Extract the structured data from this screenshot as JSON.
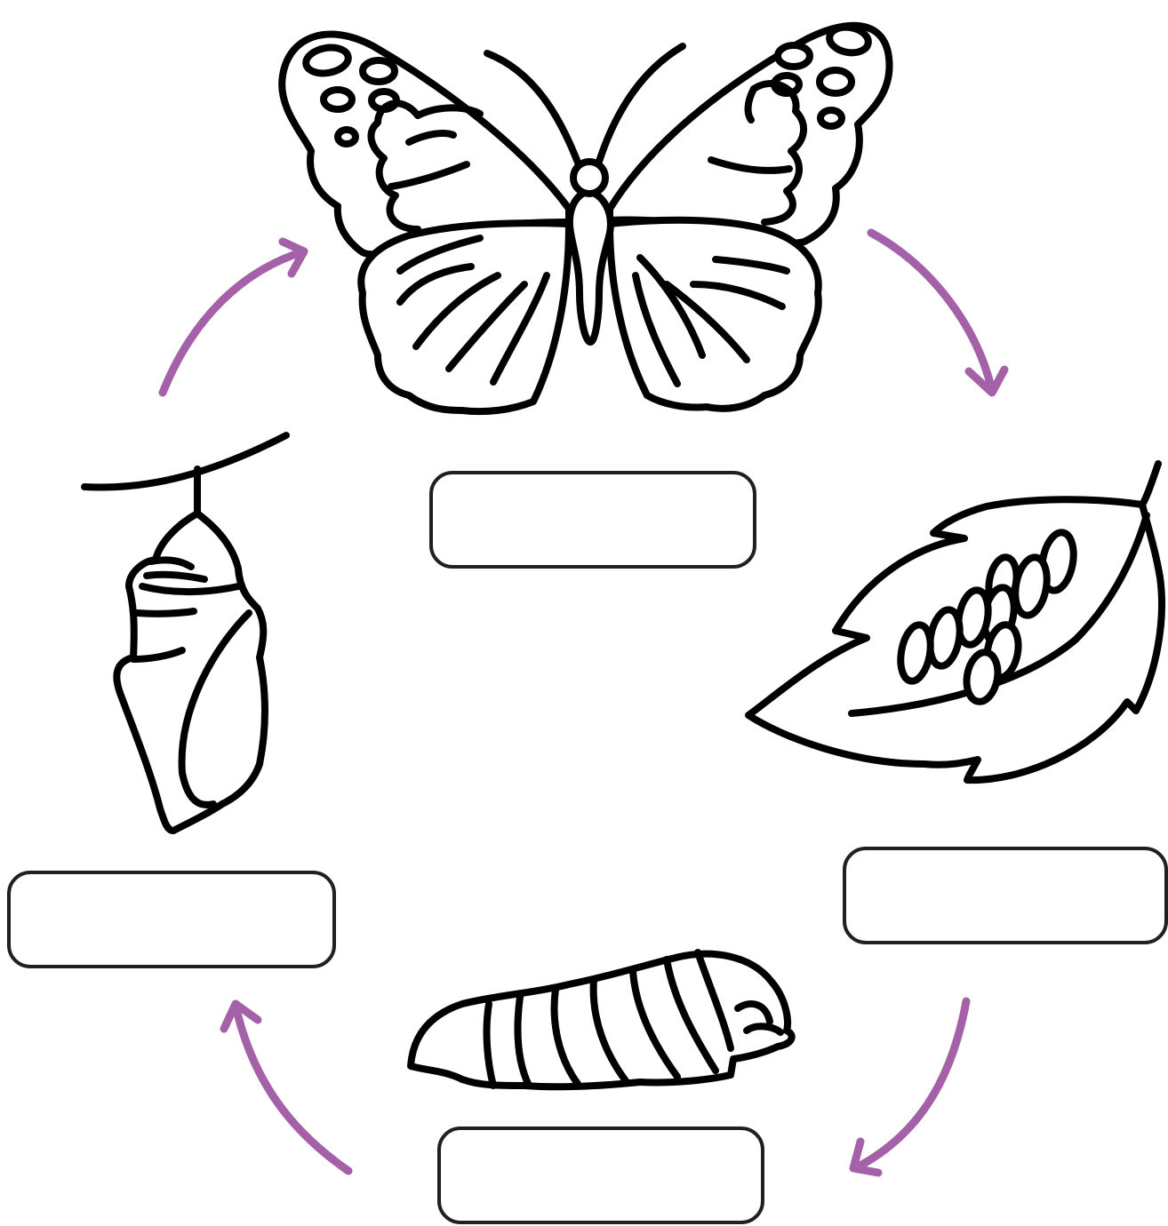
{
  "diagram": {
    "kind": "cycle",
    "stages": [
      {
        "id": "adult",
        "icon": "butterfly-icon",
        "label": ""
      },
      {
        "id": "egg",
        "icon": "eggs-on-leaf-icon",
        "label": ""
      },
      {
        "id": "larva",
        "icon": "caterpillar-icon",
        "label": ""
      },
      {
        "id": "pupa",
        "icon": "chrysalis-icon",
        "label": ""
      }
    ],
    "arrow_direction": "clockwise"
  },
  "colors": {
    "line": "#000000",
    "arrow": "#a461a8",
    "box_border": "#231f20",
    "background": "#ffffff"
  }
}
